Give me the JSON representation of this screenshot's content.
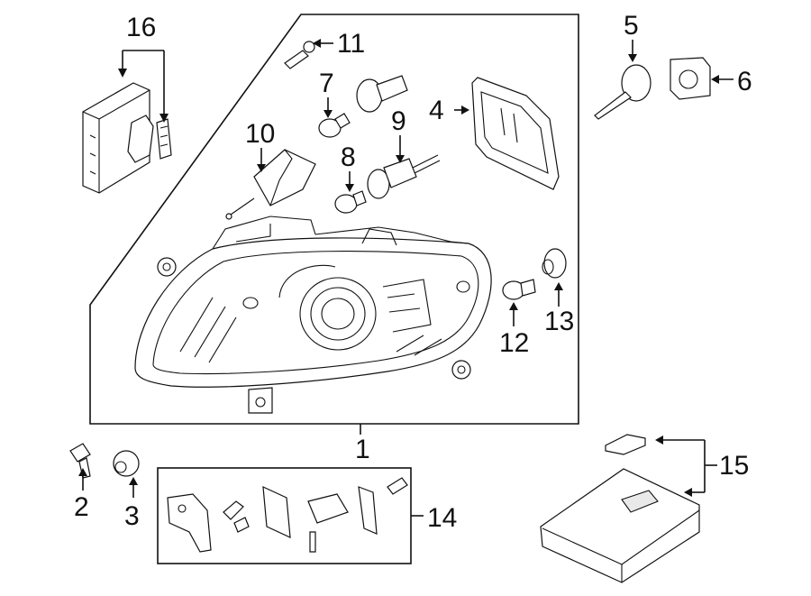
{
  "diagram": {
    "callouts": {
      "c1": "1",
      "c2": "2",
      "c3": "3",
      "c4": "4",
      "c5": "5",
      "c6": "6",
      "c7": "7",
      "c8": "8",
      "c9": "9",
      "c10": "10",
      "c11": "11",
      "c12": "12",
      "c13": "13",
      "c14": "14",
      "c15": "15",
      "c16": "16"
    },
    "parts": [
      "headlamp-assembly",
      "bolt",
      "grommet",
      "bulb-cover",
      "seal",
      "socket",
      "bulb",
      "bulb",
      "bulb",
      "leveling-motor",
      "screw",
      "bulb",
      "socket",
      "repair-kit",
      "control-module",
      "control-module"
    ]
  }
}
